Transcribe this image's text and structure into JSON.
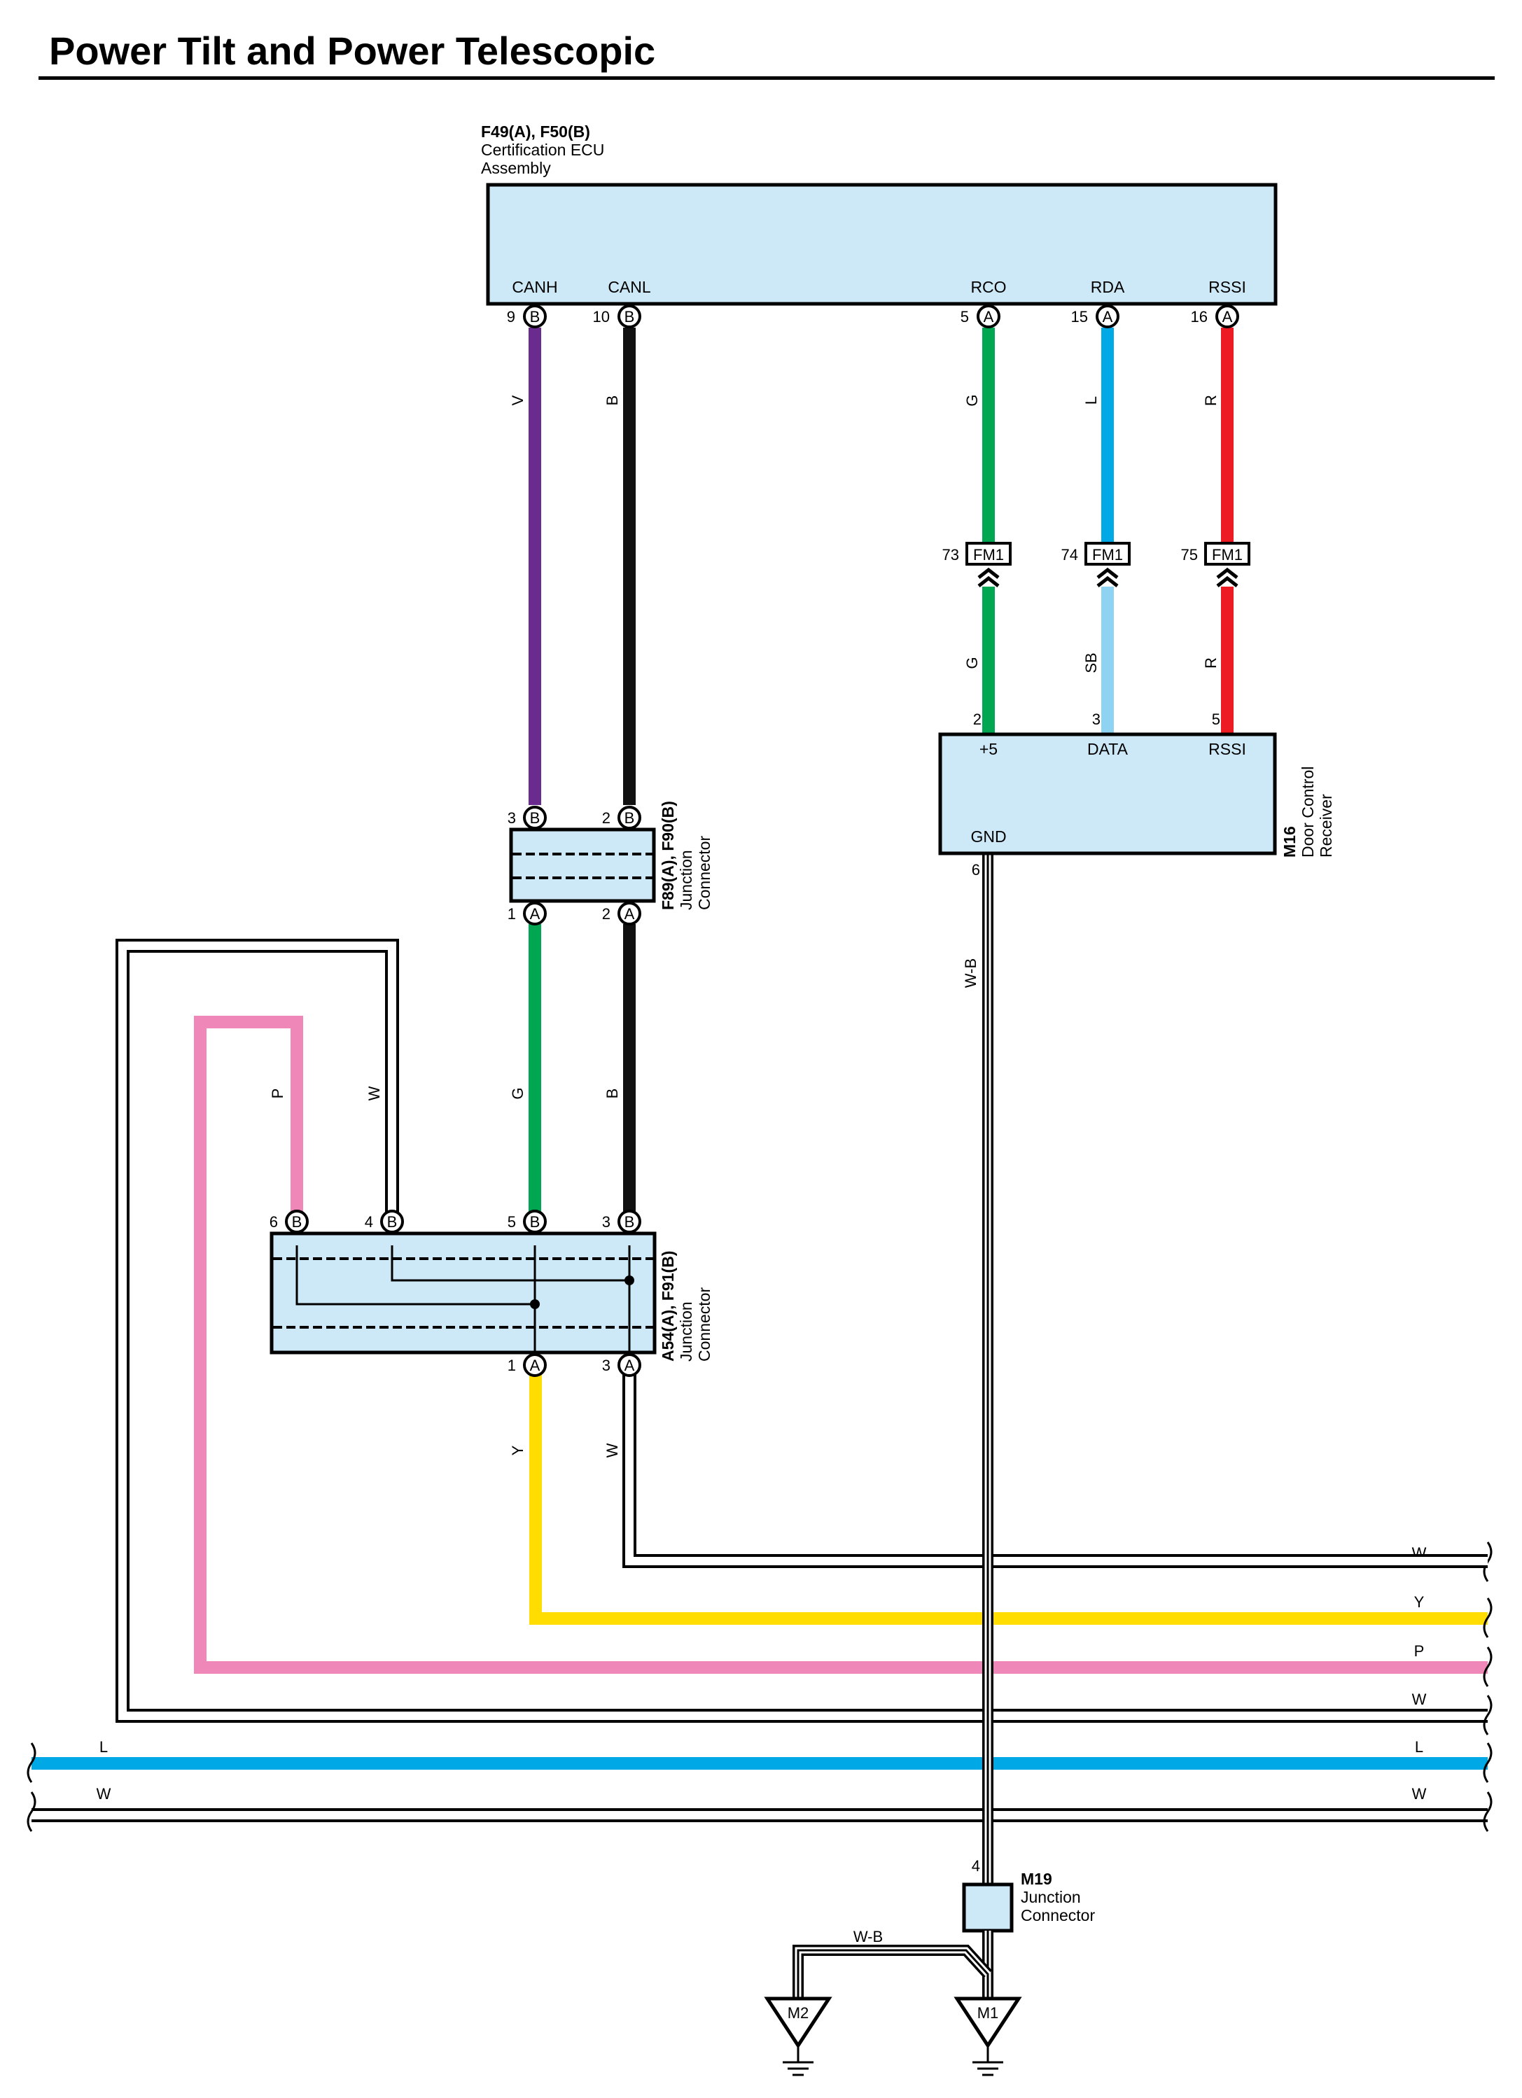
{
  "title": "Power Tilt and Power Telescopic",
  "ecu": {
    "code": "F49(A), F50(B)",
    "name1": "Certification ECU",
    "name2": "Assembly",
    "terminals": {
      "canh": "CANH",
      "canl": "CANL",
      "rco": "RCO",
      "rda": "RDA",
      "rssi": "RSSI"
    },
    "pins": {
      "canh": {
        "num": "9",
        "conn": "B"
      },
      "canl": {
        "num": "10",
        "conn": "B"
      },
      "rco": {
        "num": "5",
        "conn": "A"
      },
      "rda": {
        "num": "15",
        "conn": "A"
      },
      "rssi": {
        "num": "16",
        "conn": "A"
      }
    }
  },
  "f89": {
    "code": "F89(A), F90(B)",
    "name1": "Junction",
    "name2": "Connector",
    "pins": {
      "top_left": {
        "num": "3",
        "conn": "B"
      },
      "top_right": {
        "num": "2",
        "conn": "B"
      },
      "bot_left": {
        "num": "1",
        "conn": "A"
      },
      "bot_right": {
        "num": "2",
        "conn": "A"
      }
    }
  },
  "a54": {
    "code": "A54(A), F91(B)",
    "name1": "Junction",
    "name2": "Connector",
    "pins": {
      "p6": {
        "num": "6",
        "conn": "B"
      },
      "p4": {
        "num": "4",
        "conn": "B"
      },
      "p5": {
        "num": "5",
        "conn": "B"
      },
      "p3": {
        "num": "3",
        "conn": "B"
      },
      "b1": {
        "num": "1",
        "conn": "A"
      },
      "b3": {
        "num": "3",
        "conn": "A"
      }
    }
  },
  "fm1": {
    "name": "FM1",
    "pins": {
      "g": "73",
      "l": "74",
      "r": "75"
    }
  },
  "m16": {
    "code": "M16",
    "name1": "Door Control",
    "name2": "Receiver",
    "terminals": {
      "p5v": "+5",
      "data": "DATA",
      "rssi": "RSSI",
      "gnd": "GND"
    },
    "pins": {
      "p5v": "2",
      "data": "3",
      "rssi": "5",
      "gnd": "6"
    }
  },
  "m19": {
    "code": "M19",
    "name1": "Junction",
    "name2": "Connector",
    "pin": "4"
  },
  "grounds": {
    "m1": "M1",
    "m2": "M2"
  },
  "wires": {
    "canh": "V",
    "canl": "B",
    "rco": "G",
    "rda": "L",
    "rssi": "R",
    "rco_lower": "G",
    "rda_lower": "SB",
    "rssi_lower": "R",
    "f89_g": "G",
    "f89_b": "B",
    "a54_p": "P",
    "a54_w": "W",
    "a54_y": "Y",
    "a54_w3": "W",
    "gnd": "W-B",
    "gnd_m2": "W-B",
    "bus_w1": "W",
    "bus_y": "Y",
    "bus_p": "P",
    "bus_w2": "W",
    "bus_l_left": "L",
    "bus_l_right": "L",
    "bus_w3_left": "W",
    "bus_w3_right": "W"
  },
  "colors": {
    "violet": "#6a2b8f",
    "black": "#111111",
    "green": "#00a651",
    "blue": "#00a9e6",
    "sky": "#8fd3f2",
    "red": "#ed1c24",
    "yellow": "#ffdd00",
    "pink": "#ef88b8",
    "box": "#cde9f8"
  }
}
